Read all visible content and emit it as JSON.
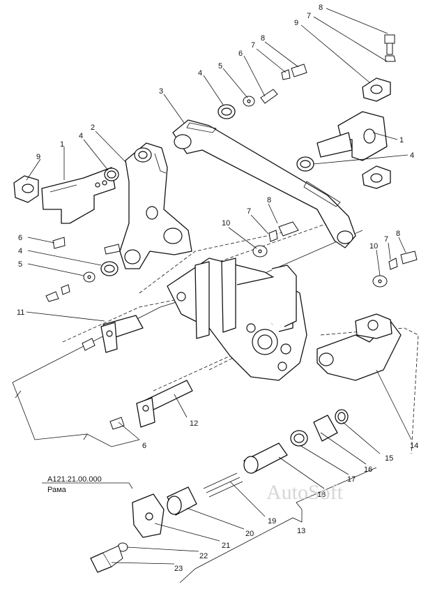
{
  "frame": {
    "code": "А121.21.00.000",
    "name": "Рама"
  },
  "watermark": "AutoSoft",
  "callouts": [
    {
      "id": "c8a",
      "label": "8"
    },
    {
      "id": "c7a",
      "label": "7"
    },
    {
      "id": "c9a",
      "label": "9"
    },
    {
      "id": "c8b",
      "label": "8"
    },
    {
      "id": "c7b",
      "label": "7"
    },
    {
      "id": "c6a",
      "label": "6"
    },
    {
      "id": "c5a",
      "label": "5"
    },
    {
      "id": "c4a",
      "label": "4"
    },
    {
      "id": "c3",
      "label": "3"
    },
    {
      "id": "c1a",
      "label": "1"
    },
    {
      "id": "c4b",
      "label": "4"
    },
    {
      "id": "c2",
      "label": "2"
    },
    {
      "id": "c4c",
      "label": "4"
    },
    {
      "id": "c1b",
      "label": "1"
    },
    {
      "id": "c9b",
      "label": "9"
    },
    {
      "id": "c6b",
      "label": "6"
    },
    {
      "id": "c4d",
      "label": "4"
    },
    {
      "id": "c5b",
      "label": "5"
    },
    {
      "id": "c8c",
      "label": "8"
    },
    {
      "id": "c7c",
      "label": "7"
    },
    {
      "id": "c10a",
      "label": "10"
    },
    {
      "id": "c8d",
      "label": "8"
    },
    {
      "id": "c7d",
      "label": "7"
    },
    {
      "id": "c10b",
      "label": "10"
    },
    {
      "id": "c11",
      "label": "11"
    },
    {
      "id": "c12",
      "label": "12"
    },
    {
      "id": "c6c",
      "label": "6"
    },
    {
      "id": "c14",
      "label": "14"
    },
    {
      "id": "c15",
      "label": "15"
    },
    {
      "id": "c16",
      "label": "16"
    },
    {
      "id": "c17",
      "label": "17"
    },
    {
      "id": "c18",
      "label": "18"
    },
    {
      "id": "c19",
      "label": "19"
    },
    {
      "id": "c20",
      "label": "20"
    },
    {
      "id": "c21",
      "label": "21"
    },
    {
      "id": "c13",
      "label": "13"
    },
    {
      "id": "c22",
      "label": "22"
    },
    {
      "id": "c23",
      "label": "23"
    }
  ]
}
